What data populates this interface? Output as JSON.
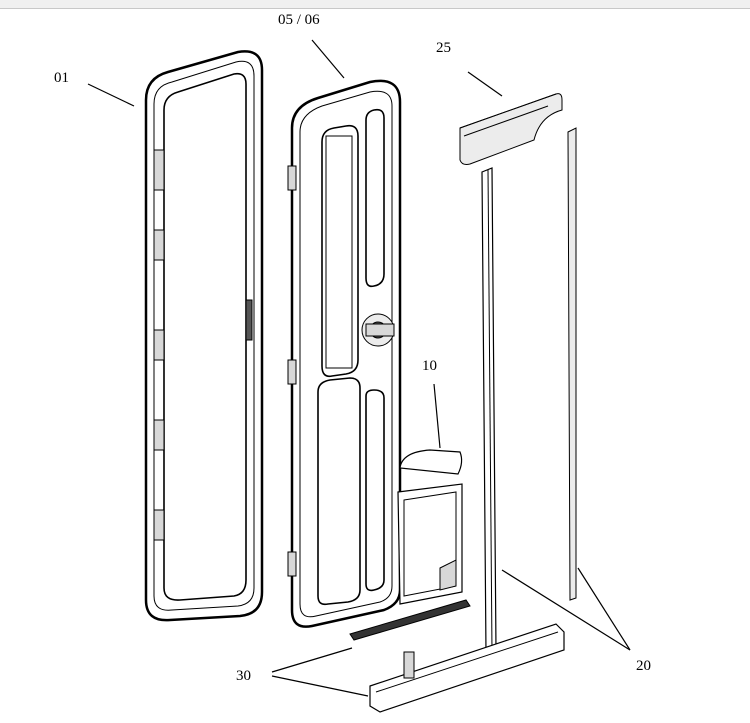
{
  "labels": {
    "frame": "01",
    "door": "05 / 06",
    "header": "25",
    "box": "10",
    "seal": "20",
    "threshold": "30"
  }
}
